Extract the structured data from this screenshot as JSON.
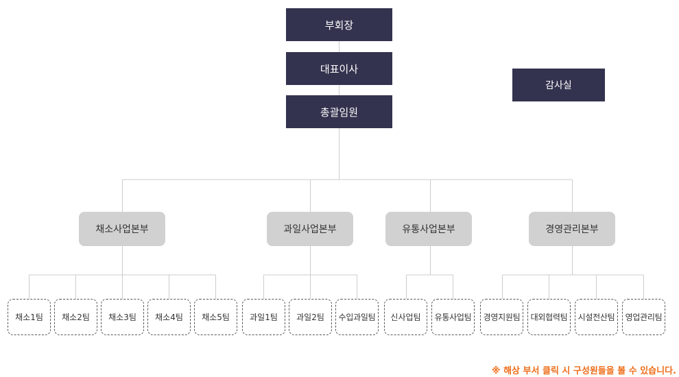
{
  "executives": {
    "vice_chairman": "부회장",
    "ceo": "대표이사",
    "general_exec": "총괄임원"
  },
  "audit": "감사실",
  "divisions": [
    {
      "name": "채소사업본부",
      "teams": [
        "채소1팀",
        "채소2팀",
        "채소3팀",
        "채소4팀",
        "채소5팀"
      ]
    },
    {
      "name": "과일사업본부",
      "teams": [
        "과일1팀",
        "과일2팀",
        "수입과일팀"
      ]
    },
    {
      "name": "유통사업본부",
      "teams": [
        "신사업팀",
        "유통사업팀"
      ]
    },
    {
      "name": "경영관리본부",
      "teams": [
        "경영지원팀",
        "대외협력팀",
        "시설전산팀",
        "영업관리팀"
      ]
    }
  ],
  "notice": "※ 해상 부서 클릭 시 구성원들을 볼 수 있습니다.",
  "colors": {
    "exec_bg": "#33334f",
    "division_bg": "#d1d1d1",
    "notice": "#ee6e1a",
    "line": "#cccccc"
  }
}
